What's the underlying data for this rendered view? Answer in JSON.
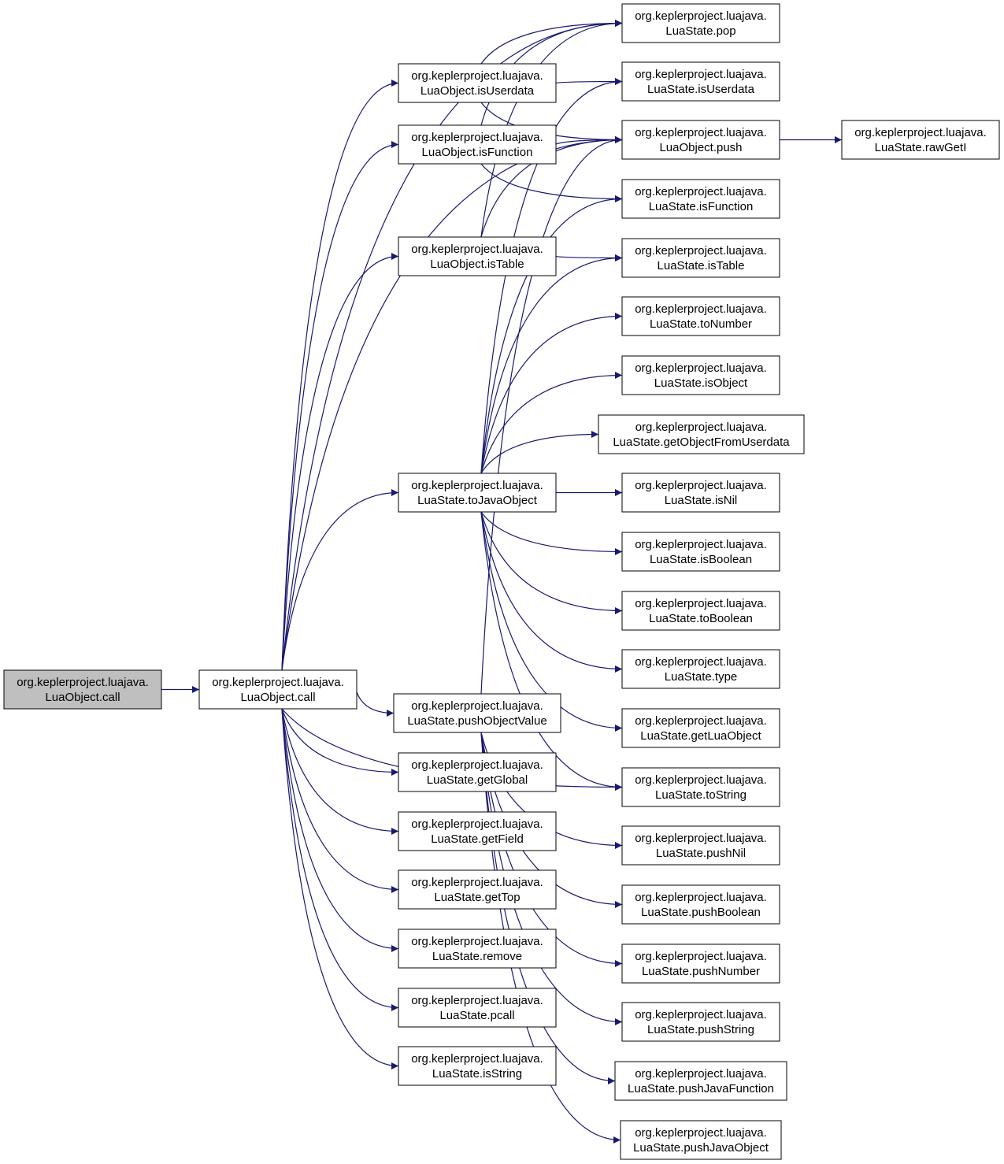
{
  "colors": {
    "edge": "#191970",
    "node_fill": "#ffffff",
    "root_fill": "#bfbfbf",
    "node_border": "#000000"
  },
  "nodes": [
    {
      "id": "root",
      "root": true,
      "lines": [
        "org.keplerproject.luajava.",
        "LuaObject.call"
      ]
    },
    {
      "id": "call",
      "lines": [
        "org.keplerproject.luajava.",
        "LuaObject.call"
      ]
    },
    {
      "id": "isUserdataObj",
      "lines": [
        "org.keplerproject.luajava.",
        "LuaObject.isUserdata"
      ]
    },
    {
      "id": "isFunctionObj",
      "lines": [
        "org.keplerproject.luajava.",
        "LuaObject.isFunction"
      ]
    },
    {
      "id": "isTableObj",
      "lines": [
        "org.keplerproject.luajava.",
        "LuaObject.isTable"
      ]
    },
    {
      "id": "toJavaObject",
      "lines": [
        "org.keplerproject.luajava.",
        "LuaState.toJavaObject"
      ]
    },
    {
      "id": "pushObjectValue",
      "lines": [
        "org.keplerproject.luajava.",
        "LuaState.pushObjectValue"
      ]
    },
    {
      "id": "getGlobal",
      "lines": [
        "org.keplerproject.luajava.",
        "LuaState.getGlobal"
      ]
    },
    {
      "id": "getField",
      "lines": [
        "org.keplerproject.luajava.",
        "LuaState.getField"
      ]
    },
    {
      "id": "getTop",
      "lines": [
        "org.keplerproject.luajava.",
        "LuaState.getTop"
      ]
    },
    {
      "id": "remove",
      "lines": [
        "org.keplerproject.luajava.",
        "LuaState.remove"
      ]
    },
    {
      "id": "pcall",
      "lines": [
        "org.keplerproject.luajava.",
        "LuaState.pcall"
      ]
    },
    {
      "id": "isString",
      "lines": [
        "org.keplerproject.luajava.",
        "LuaState.isString"
      ]
    },
    {
      "id": "pop",
      "lines": [
        "org.keplerproject.luajava.",
        "LuaState.pop"
      ]
    },
    {
      "id": "isUserdata",
      "lines": [
        "org.keplerproject.luajava.",
        "LuaState.isUserdata"
      ]
    },
    {
      "id": "push",
      "lines": [
        "org.keplerproject.luajava.",
        "LuaObject.push"
      ]
    },
    {
      "id": "rawGetI",
      "lines": [
        "org.keplerproject.luajava.",
        "LuaState.rawGetI"
      ]
    },
    {
      "id": "isFunction",
      "lines": [
        "org.keplerproject.luajava.",
        "LuaState.isFunction"
      ]
    },
    {
      "id": "isTable",
      "lines": [
        "org.keplerproject.luajava.",
        "LuaState.isTable"
      ]
    },
    {
      "id": "toNumber",
      "lines": [
        "org.keplerproject.luajava.",
        "LuaState.toNumber"
      ]
    },
    {
      "id": "isObject",
      "lines": [
        "org.keplerproject.luajava.",
        "LuaState.isObject"
      ]
    },
    {
      "id": "getObjectFromUserdata",
      "lines": [
        "org.keplerproject.luajava.",
        "LuaState.getObjectFromUserdata"
      ]
    },
    {
      "id": "isNil",
      "lines": [
        "org.keplerproject.luajava.",
        "LuaState.isNil"
      ]
    },
    {
      "id": "isBoolean",
      "lines": [
        "org.keplerproject.luajava.",
        "LuaState.isBoolean"
      ]
    },
    {
      "id": "toBoolean",
      "lines": [
        "org.keplerproject.luajava.",
        "LuaState.toBoolean"
      ]
    },
    {
      "id": "type",
      "lines": [
        "org.keplerproject.luajava.",
        "LuaState.type"
      ]
    },
    {
      "id": "getLuaObject",
      "lines": [
        "org.keplerproject.luajava.",
        "LuaState.getLuaObject"
      ]
    },
    {
      "id": "toString",
      "lines": [
        "org.keplerproject.luajava.",
        "LuaState.toString"
      ]
    },
    {
      "id": "pushNil",
      "lines": [
        "org.keplerproject.luajava.",
        "LuaState.pushNil"
      ]
    },
    {
      "id": "pushBoolean",
      "lines": [
        "org.keplerproject.luajava.",
        "LuaState.pushBoolean"
      ]
    },
    {
      "id": "pushNumber",
      "lines": [
        "org.keplerproject.luajava.",
        "LuaState.pushNumber"
      ]
    },
    {
      "id": "pushString",
      "lines": [
        "org.keplerproject.luajava.",
        "LuaState.pushString"
      ]
    },
    {
      "id": "pushJavaFunction",
      "lines": [
        "org.keplerproject.luajava.",
        "LuaState.pushJavaFunction"
      ]
    },
    {
      "id": "pushJavaObject",
      "lines": [
        "org.keplerproject.luajava.",
        "LuaState.pushJavaObject"
      ]
    }
  ],
  "edges": [
    [
      "root",
      "call"
    ],
    [
      "call",
      "pop"
    ],
    [
      "call",
      "isUserdataObj"
    ],
    [
      "call",
      "isFunctionObj"
    ],
    [
      "call",
      "push"
    ],
    [
      "call",
      "isTableObj"
    ],
    [
      "call",
      "toJavaObject"
    ],
    [
      "call",
      "toString"
    ],
    [
      "call",
      "pushObjectValue"
    ],
    [
      "call",
      "getGlobal"
    ],
    [
      "call",
      "getField"
    ],
    [
      "call",
      "getTop"
    ],
    [
      "call",
      "remove"
    ],
    [
      "call",
      "pcall"
    ],
    [
      "call",
      "isString"
    ],
    [
      "isUserdataObj",
      "pop"
    ],
    [
      "isUserdataObj",
      "isUserdata"
    ],
    [
      "isUserdataObj",
      "push"
    ],
    [
      "isFunctionObj",
      "pop"
    ],
    [
      "isFunctionObj",
      "push"
    ],
    [
      "isFunctionObj",
      "isFunction"
    ],
    [
      "isTableObj",
      "pop"
    ],
    [
      "isTableObj",
      "push"
    ],
    [
      "isTableObj",
      "isTable"
    ],
    [
      "push",
      "rawGetI"
    ],
    [
      "toJavaObject",
      "isUserdata"
    ],
    [
      "toJavaObject",
      "isFunction"
    ],
    [
      "toJavaObject",
      "isTable"
    ],
    [
      "toJavaObject",
      "toNumber"
    ],
    [
      "toJavaObject",
      "isObject"
    ],
    [
      "toJavaObject",
      "getObjectFromUserdata"
    ],
    [
      "toJavaObject",
      "isNil"
    ],
    [
      "toJavaObject",
      "isBoolean"
    ],
    [
      "toJavaObject",
      "toBoolean"
    ],
    [
      "toJavaObject",
      "type"
    ],
    [
      "toJavaObject",
      "getLuaObject"
    ],
    [
      "toJavaObject",
      "toString"
    ],
    [
      "pushObjectValue",
      "push"
    ],
    [
      "pushObjectValue",
      "pushNil"
    ],
    [
      "pushObjectValue",
      "pushBoolean"
    ],
    [
      "pushObjectValue",
      "pushNumber"
    ],
    [
      "pushObjectValue",
      "pushString"
    ],
    [
      "pushObjectValue",
      "pushJavaFunction"
    ],
    [
      "pushObjectValue",
      "pushJavaObject"
    ]
  ]
}
